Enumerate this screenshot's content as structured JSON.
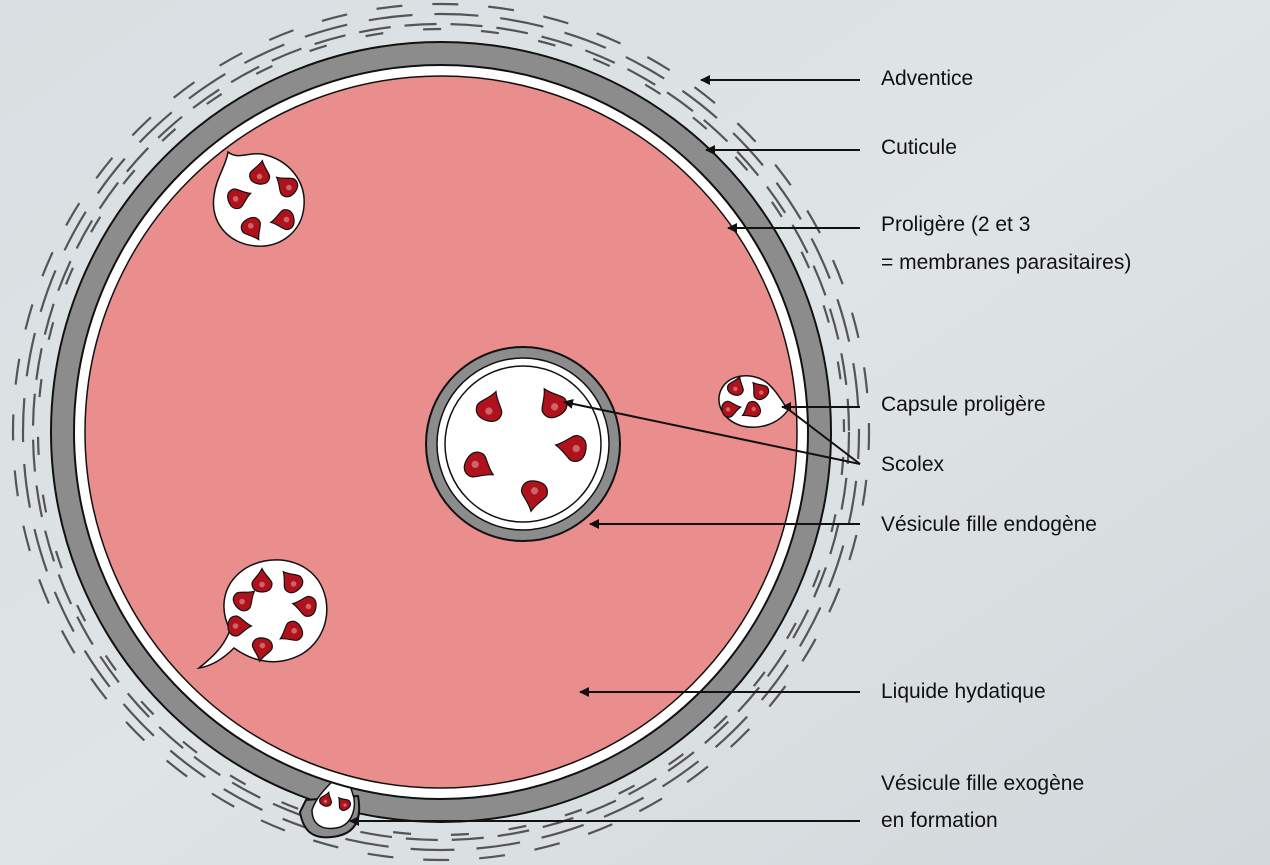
{
  "diagram": {
    "labels": {
      "adventice": "Adventice",
      "cuticule": "Cuticule",
      "proligere_line1": "Proligère (2 et 3",
      "proligere_line2": "= membranes parasitaires)",
      "capsule_proligere": "Capsule proligère",
      "scolex": "Scolex",
      "vesicule_endogene": "Vésicule fille endogène",
      "liquide_hydatique": "Liquide hydatique",
      "vesicule_exogene_line1": "Vésicule fille exogène",
      "vesicule_exogene_line2": "en formation"
    },
    "colors": {
      "background": "#d7dde0",
      "hydatid_fluid": "#e98d8d",
      "laminated_layer": "#8c8c8c",
      "germinal_layer": "#ffffff",
      "scolex": "#b0121c",
      "outline": "#111111",
      "adventice_lines": "#555555"
    }
  }
}
